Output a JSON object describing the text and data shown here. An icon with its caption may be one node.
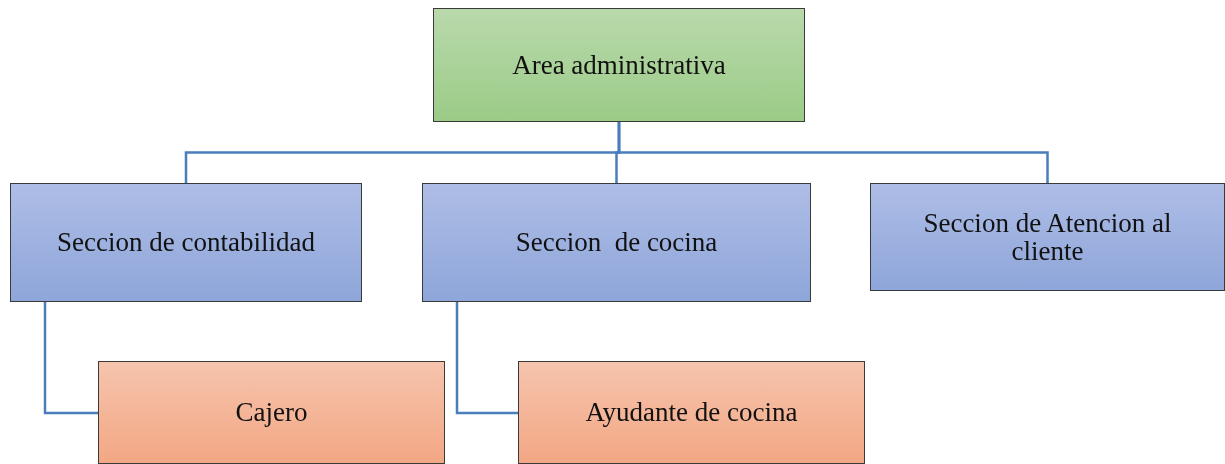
{
  "diagram": {
    "nodes": [
      {
        "text": [
          "Area administrativa"
        ]
      },
      {
        "text": [
          "Seccion de contabilidad"
        ]
      },
      {
        "text": [
          "Seccion  de cocina"
        ]
      },
      {
        "text": [
          "Seccion de Atencion al cliente"
        ]
      },
      {
        "text": [
          "Cajero"
        ]
      },
      {
        "text": [
          "Ayudante de cocina"
        ]
      }
    ],
    "edges": [
      {
        "from": 0,
        "to": 1,
        "arrow": "none"
      },
      {
        "from": 0,
        "to": 2,
        "arrow": "none"
      },
      {
        "from": 0,
        "to": 3,
        "arrow": "none"
      },
      {
        "from": 1,
        "to": 4,
        "arrow": "none"
      },
      {
        "from": 2,
        "to": 5,
        "arrow": "none"
      }
    ]
  }
}
